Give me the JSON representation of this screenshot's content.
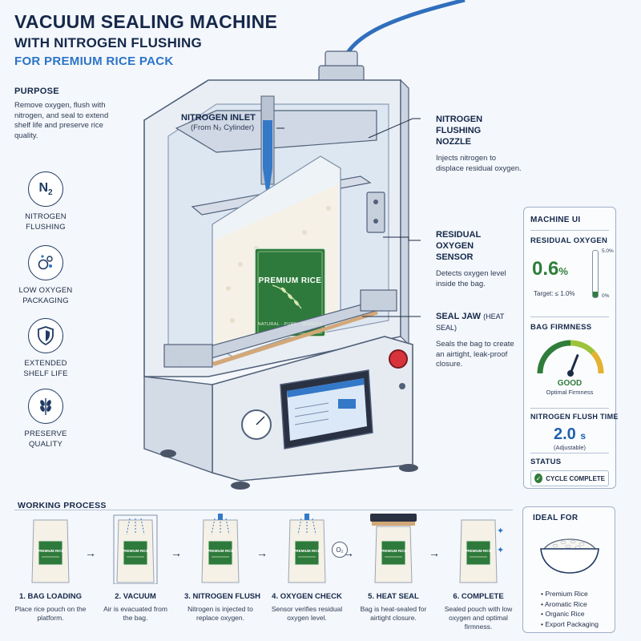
{
  "header": {
    "title_line1": "VACUUM SEALING MACHINE",
    "title_line2": "WITH NITROGEN FLUSHING",
    "title_line3": "FOR PREMIUM RICE PACK"
  },
  "purpose": {
    "heading": "PURPOSE",
    "text": "Remove oxygen, flush with nitrogen, and seal to extend shelf life and preserve rice quality."
  },
  "features": [
    {
      "label": "NITROGEN\nFLUSHING",
      "icon": "n2-icon"
    },
    {
      "label": "LOW OXYGEN\nPACKAGING",
      "icon": "bubbles-icon"
    },
    {
      "label": "EXTENDED\nSHELF LIFE",
      "icon": "shield-icon"
    },
    {
      "label": "PRESERVE\nQUALITY",
      "icon": "rice-grain-icon"
    }
  ],
  "n2_glyph": {
    "n": "N",
    "sub": "2"
  },
  "callouts": {
    "inlet": {
      "title": "NITROGEN INLET",
      "sub": "(From N₂ Cylinder)"
    },
    "nozzle": {
      "title": "NITROGEN FLUSHING\nNOZZLE",
      "desc": "Injects nitrogen to displace residual oxygen."
    },
    "sensor": {
      "title": "RESIDUAL OXYGEN\nSENSOR",
      "desc": "Detects oxygen level inside the bag."
    },
    "seal": {
      "title": "SEAL JAW",
      "title_small": "(HEAT SEAL)",
      "desc": "Seals the bag to create an airtight, leak-proof closure."
    }
  },
  "bag_label": {
    "title": "PREMIUM RICE",
    "tagline": "NATURAL · PURE · QUALITY"
  },
  "machine_ui": {
    "heading": "MACHINE UI",
    "oxygen": {
      "heading": "RESIDUAL OXYGEN",
      "value": "0.6",
      "unit": "%",
      "target": "Target: ≤ 1.0%",
      "scale_max": "5.0%",
      "scale_min": "0%",
      "level": 0.12
    },
    "firmness": {
      "heading": "BAG FIRMNESS",
      "value": "GOOD",
      "sub": "Optimal Firmness",
      "level": 0.62
    },
    "flush": {
      "heading": "NITROGEN FLUSH TIME",
      "value": "2.0",
      "unit": "s",
      "sub": "(Adjustable)"
    },
    "status": {
      "heading": "STATUS",
      "value": "CYCLE COMPLETE"
    }
  },
  "process": {
    "heading": "WORKING PROCESS",
    "steps": [
      {
        "title": "1. BAG LOADING",
        "desc": "Place rice pouch on the platform."
      },
      {
        "title": "2. VACUUM",
        "desc": "Air is evacuated from the bag."
      },
      {
        "title": "3. NITROGEN FLUSH",
        "desc": "Nitrogen is injected to replace oxygen."
      },
      {
        "title": "4. OXYGEN CHECK",
        "desc": "Sensor verifies residual oxygen level."
      },
      {
        "title": "5. HEAT SEAL",
        "desc": "Bag is heat-sealed for airtight closure."
      },
      {
        "title": "6. COMPLETE",
        "desc": "Sealed pouch with low oxygen and optimal firmness."
      }
    ],
    "o2_badge": "O₂",
    "arrow": "→"
  },
  "ideal_for": {
    "heading": "IDEAL FOR",
    "items": [
      "Premium Rice",
      "Aromatic Rice",
      "Organic Rice",
      "Export Packaging"
    ]
  },
  "colors": {
    "navy": "#15284a",
    "blue": "#2b74c6",
    "green": "#2f7d3a",
    "label_green": "#2e7a3c"
  }
}
